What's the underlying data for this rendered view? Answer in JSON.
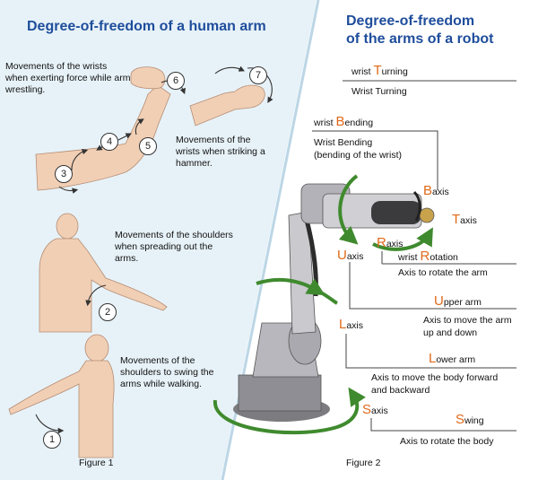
{
  "left": {
    "title": "Degree-of-freedom of a human arm",
    "caption_wrist_force": "Movements of the wrists when exerting force while arm wrestling.",
    "caption_wrist_hammer": "Movements of the wrists when striking a hammer.",
    "caption_shoulder_spread": "Movements of the shoulders when spreading out the arms.",
    "caption_shoulder_swing": "Movements of the shoulders to swing the arms while walking.",
    "figure_label": "Figure 1",
    "numbers": [
      "1",
      "2",
      "3",
      "4",
      "5",
      "6",
      "7"
    ]
  },
  "right": {
    "title_line1": "Degree-of-freedom",
    "title_line2": "of the arms of a robot",
    "figure_label": "Figure 2",
    "axes": {
      "b": {
        "initial": "B",
        "rest": "axis"
      },
      "t": {
        "initial": "T",
        "rest": "axis"
      },
      "r": {
        "initial": "R",
        "rest": "axis"
      },
      "u": {
        "initial": "U",
        "rest": "axis"
      },
      "l": {
        "initial": "L",
        "rest": "axis"
      },
      "s": {
        "initial": "S",
        "rest": "axis"
      }
    },
    "labels": {
      "turning": {
        "pre": "wrist ",
        "initial": "T",
        "rest": "urning",
        "desc": "Wrist Turning"
      },
      "bending": {
        "pre": "wrist ",
        "initial": "B",
        "rest": "ending",
        "desc": "Wrist Bending\n(bending of the wrist)"
      },
      "rotation": {
        "pre": "wrist ",
        "initial": "R",
        "rest": "otation",
        "desc": "Axis to rotate the arm"
      },
      "upper": {
        "initial": "U",
        "rest": "pper arm",
        "desc": "Axis to move the arm\nup and down"
      },
      "lower": {
        "initial": "L",
        "rest": "ower arm",
        "desc": "Axis to move the body forward\nand backward"
      },
      "swing": {
        "initial": "S",
        "rest": "wing",
        "desc": "Axis to rotate the body"
      }
    }
  },
  "colors": {
    "title": "#1f4e9c",
    "accent": "#e06a1a",
    "arrow_green": "#3f8a2e",
    "panel_bg": "#e7f2f8"
  }
}
